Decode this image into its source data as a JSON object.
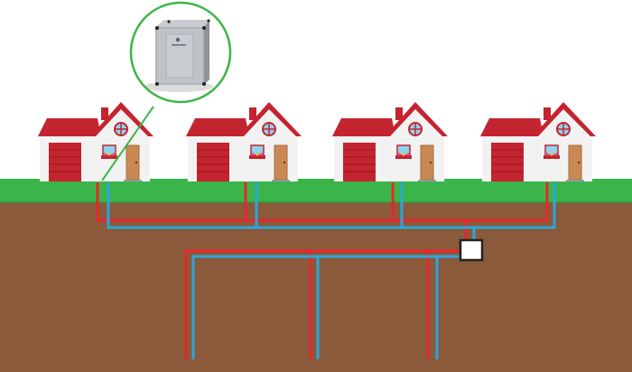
{
  "unit": {
    "logo_text": "",
    "icon": "heat-pump-unit-icon"
  },
  "colors": {
    "sky": "#ffffff",
    "grass": "#3bb54a",
    "soil": "#8a5a3a",
    "supply_pipe": "#e8262b",
    "return_pipe": "#2ba6de",
    "callout_circle": "#3db549",
    "roof": "#c4242f",
    "wall": "#f2f2f2",
    "garage_door": "#c4242f",
    "front_door": "#c88a52",
    "hub_fill": "#ffffff",
    "hub_stroke": "#222222"
  },
  "diagram": {
    "houses": 4,
    "boreholes": 3,
    "central_node": "heat-exchange-hub"
  }
}
